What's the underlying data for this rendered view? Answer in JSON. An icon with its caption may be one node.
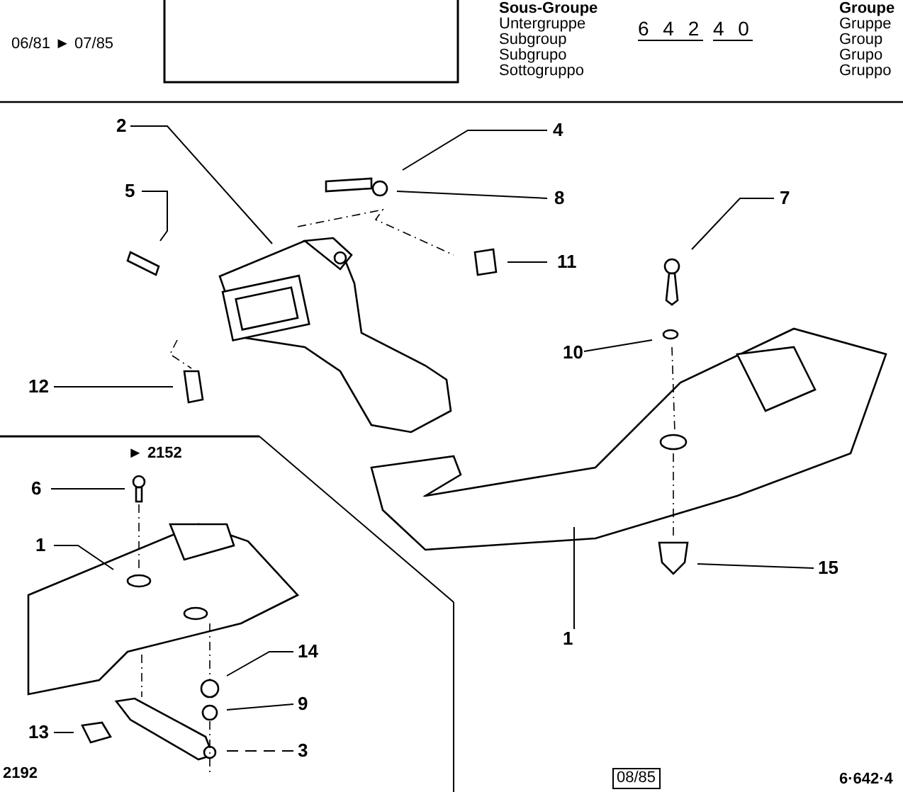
{
  "diagram": {
    "nodes": [
      {
        "text": [
          "2"
        ]
      },
      {
        "text": [
          "4"
        ]
      },
      {
        "text": [
          "5"
        ]
      },
      {
        "text": [
          "8"
        ]
      },
      {
        "text": [
          "7"
        ]
      },
      {
        "text": [
          "11"
        ]
      },
      {
        "text": [
          "10"
        ]
      },
      {
        "text": [
          "12"
        ]
      },
      {
        "text": [
          "6"
        ]
      },
      {
        "text": [
          "1"
        ]
      },
      {
        "text": [
          "14"
        ]
      },
      {
        "text": [
          "9"
        ]
      },
      {
        "text": [
          "13"
        ]
      },
      {
        "text": [
          "3"
        ]
      },
      {
        "text": [
          "15"
        ]
      },
      {
        "text": [
          "1"
        ]
      }
    ],
    "edges": [
      {
        "from": 0,
        "to": null,
        "arrow": "none"
      },
      {
        "from": 1,
        "to": null,
        "arrow": "none"
      },
      {
        "from": 2,
        "to": null,
        "arrow": "none"
      },
      {
        "from": 3,
        "to": null,
        "arrow": "none"
      },
      {
        "from": 4,
        "to": null,
        "arrow": "none"
      },
      {
        "from": 5,
        "to": null,
        "arrow": "none"
      },
      {
        "from": 6,
        "to": null,
        "arrow": "none"
      },
      {
        "from": 7,
        "to": null,
        "arrow": "none"
      },
      {
        "from": 8,
        "to": null,
        "arrow": "none"
      },
      {
        "from": 9,
        "to": null,
        "arrow": "none"
      },
      {
        "from": 10,
        "to": null,
        "arrow": "none"
      },
      {
        "from": 11,
        "to": null,
        "arrow": "none"
      },
      {
        "from": 12,
        "to": null,
        "arrow": "none"
      },
      {
        "from": 13,
        "to": null,
        "arrow": "none",
        "style": "dashed"
      },
      {
        "from": 14,
        "to": null,
        "arrow": "none"
      },
      {
        "from": 15,
        "to": null,
        "arrow": "none"
      }
    ],
    "labels": [
      "06/81 ► 07/85",
      "Sous-Groupe",
      "Untergruppe",
      "Subgroup",
      "Subgrupo",
      "Sottogruppo",
      "6 4 2",
      "4 0",
      "Groupe",
      "Gruppe",
      "Group",
      "Grupo",
      "Gruppo",
      "► 2152",
      "2192",
      "08/85",
      "6·642·4"
    ]
  }
}
